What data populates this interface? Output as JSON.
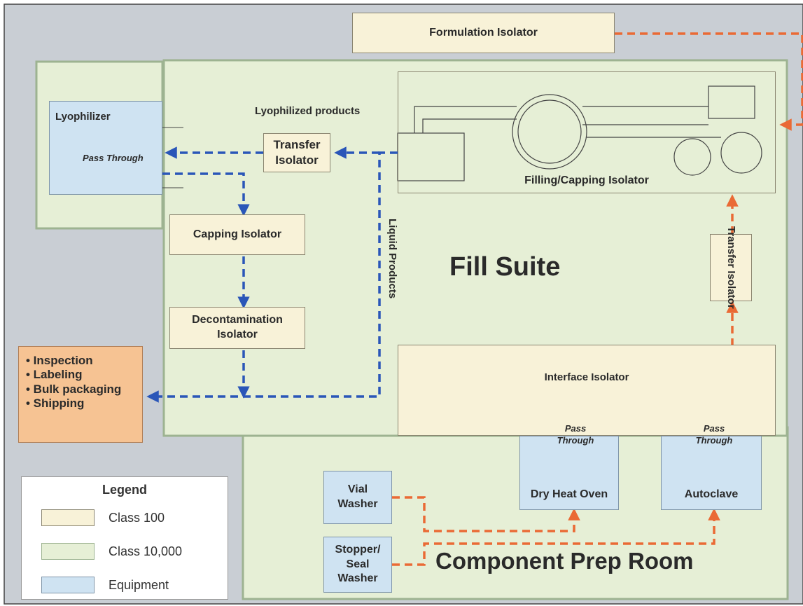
{
  "colors": {
    "background": "#c9ced4",
    "class_100": "#f8f2d8",
    "class_10000": "#e6efd6",
    "equipment": "#cfe3f2",
    "product_flow": "#2a56b8",
    "component_flow": "#ea6a35",
    "output_box": "#f6c393"
  },
  "rooms": {
    "fill_suite": "Fill Suite",
    "component_prep_room": "Component Prep Room"
  },
  "isolators": {
    "formulation": "Formulation Isolator",
    "filling_capping": "Filling/Capping Isolator",
    "transfer_top": "Transfer Isolator",
    "transfer_right": "Transfer Isolator",
    "capping": "Capping Isolator",
    "decontamination": "Decontamination Isolator",
    "interface": "Interface Isolator"
  },
  "equipment": {
    "lyophilizer": "Lyophilizer",
    "vial_washer": "Vial Washer",
    "stopper_seal_washer": "Stopper/ Seal Washer",
    "dry_heat_oven": "Dry Heat Oven",
    "autoclave": "Autoclave"
  },
  "pass_through": {
    "lyophilizer": "Pass Through",
    "oven": "Pass Through",
    "autoclave": "Pass Through"
  },
  "flow_labels": {
    "lyophilized_products": "Lyophilized products",
    "liquid_products": "Liquid Products"
  },
  "output_list": [
    "• Inspection",
    "• Labeling",
    "• Bulk packaging",
    "• Shipping"
  ],
  "legend": {
    "title": "Legend",
    "items": [
      {
        "label": "Class 100",
        "color": "#f8f2d8"
      },
      {
        "label": "Class 10,000",
        "color": "#e6efd6"
      },
      {
        "label": "Equipment",
        "color": "#cfe3f2"
      }
    ]
  }
}
